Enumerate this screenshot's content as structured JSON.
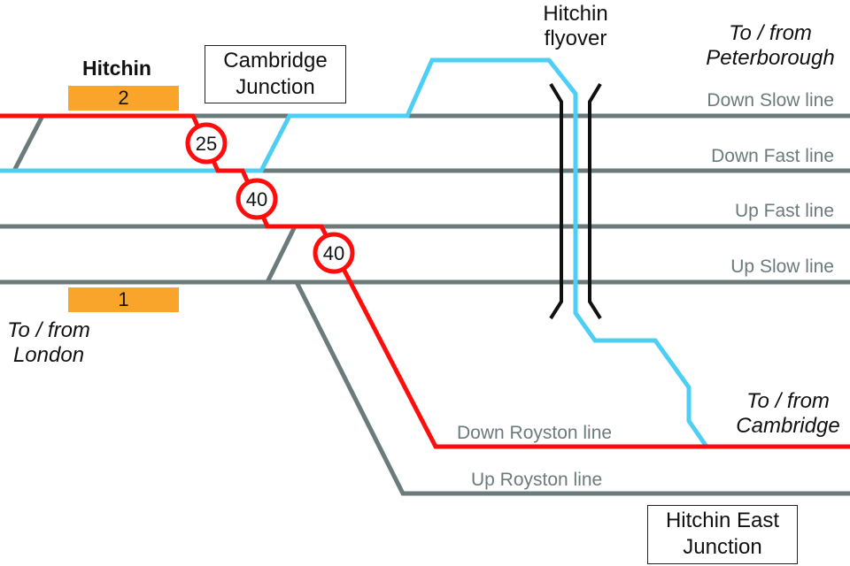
{
  "colors": {
    "track": "#6b7b7b",
    "route_red": "#ff0d0d",
    "route_blue": "#4dcff5",
    "platform": "#f9a42b",
    "flyover": "#111111"
  },
  "station": {
    "name": "Hitchin",
    "platforms": [
      "2",
      "1"
    ]
  },
  "junctions": {
    "cambridge": [
      "Cambridge",
      "Junction"
    ],
    "hitchin_east": [
      "Hitchin East",
      "Junction"
    ]
  },
  "flyover_label": [
    "Hitchin",
    "flyover"
  ],
  "destinations": {
    "peterborough": [
      "To / from",
      "Peterborough"
    ],
    "london": [
      "To / from",
      "London"
    ],
    "cambridge": [
      "To / from",
      "Cambridge"
    ]
  },
  "tracks": {
    "down_slow": "Down Slow line",
    "down_fast": "Down Fast line",
    "up_fast": "Up Fast line",
    "up_slow": "Up Slow line",
    "down_royston": "Down Royston line",
    "up_royston": "Up Royston line"
  },
  "speed_limits": [
    "25",
    "40",
    "40"
  ]
}
